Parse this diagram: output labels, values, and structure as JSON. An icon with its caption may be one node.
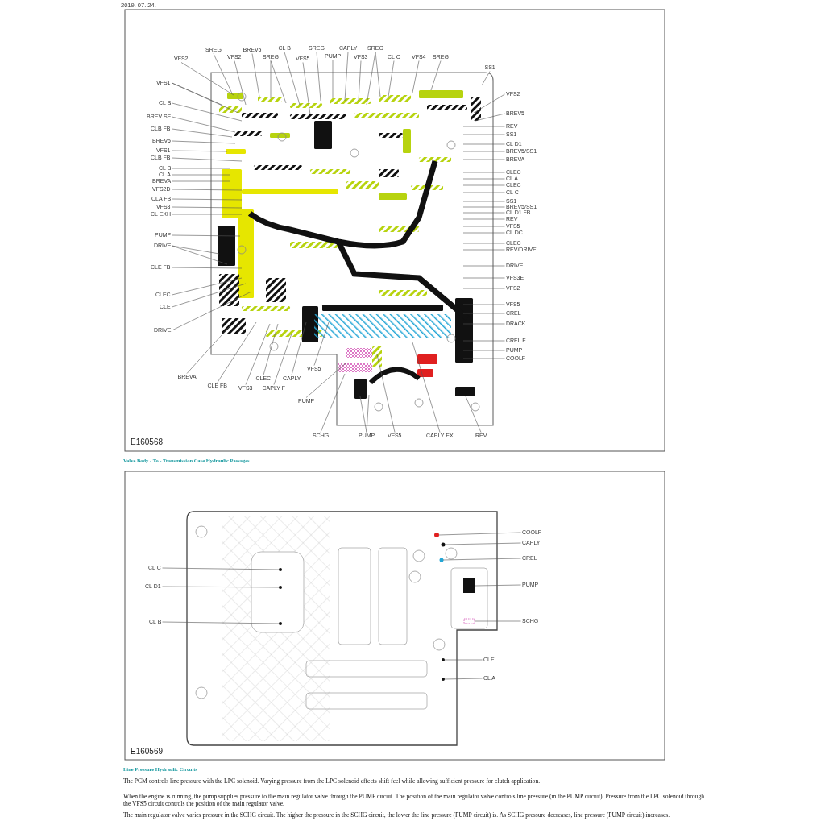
{
  "diagram": {
    "nodes": [
      {
        "text": [
          "VFS2"
        ]
      },
      {
        "text": [
          "SREG"
        ]
      },
      {
        "text": [
          "VFS2"
        ]
      },
      {
        "text": [
          "BREV5"
        ]
      },
      {
        "text": [
          "SREG"
        ]
      },
      {
        "text": [
          "CL B"
        ]
      },
      {
        "text": [
          "VFS5"
        ]
      },
      {
        "text": [
          "SREG"
        ]
      },
      {
        "text": [
          "PUMP"
        ]
      },
      {
        "text": [
          "CAPLY"
        ]
      },
      {
        "text": [
          "VFS3"
        ]
      },
      {
        "text": [
          "SREG"
        ]
      },
      {
        "text": [
          "CL C"
        ]
      },
      {
        "text": [
          "VFS4"
        ]
      },
      {
        "text": [
          "SREG"
        ]
      },
      {
        "text": [
          "SS1"
        ]
      },
      {
        "text": [
          "VFS1"
        ]
      },
      {
        "text": [
          "CL B"
        ]
      },
      {
        "text": [
          "BREV SF"
        ]
      },
      {
        "text": [
          "CLB FB"
        ]
      },
      {
        "text": [
          "BREV5"
        ]
      },
      {
        "text": [
          "VFS1"
        ]
      },
      {
        "text": [
          "CLB FB"
        ]
      },
      {
        "text": [
          "CL B"
        ]
      },
      {
        "text": [
          "CL A"
        ]
      },
      {
        "text": [
          "BREVA"
        ]
      },
      {
        "text": [
          "VFS2D"
        ]
      },
      {
        "text": [
          "CLA FB"
        ]
      },
      {
        "text": [
          "VFS3"
        ]
      },
      {
        "text": [
          "CL EXH"
        ]
      },
      {
        "text": [
          "PUMP"
        ]
      },
      {
        "text": [
          "DRIVE"
        ]
      },
      {
        "text": [
          "CLE FB"
        ]
      },
      {
        "text": [
          "CLEC"
        ]
      },
      {
        "text": [
          "CLE"
        ]
      },
      {
        "text": [
          "DRIVE"
        ]
      },
      {
        "text": [
          "VFS2"
        ]
      },
      {
        "text": [
          "BREV5"
        ]
      },
      {
        "text": [
          "REV"
        ]
      },
      {
        "text": [
          "SS1"
        ]
      },
      {
        "text": [
          "CL D1"
        ]
      },
      {
        "text": [
          "BREV5/SS1"
        ]
      },
      {
        "text": [
          "BREVA"
        ]
      },
      {
        "text": [
          "CLEC"
        ]
      },
      {
        "text": [
          "CL A"
        ]
      },
      {
        "text": [
          "CLEC"
        ]
      },
      {
        "text": [
          "CL C"
        ]
      },
      {
        "text": [
          "SS1"
        ]
      },
      {
        "text": [
          "BREV5/SS1"
        ]
      },
      {
        "text": [
          "CL D1 FB"
        ]
      },
      {
        "text": [
          "REV"
        ]
      },
      {
        "text": [
          "VFS5"
        ]
      },
      {
        "text": [
          "CL DC"
        ]
      },
      {
        "text": [
          "CLEC"
        ]
      },
      {
        "text": [
          "REV/DRIVE"
        ]
      },
      {
        "text": [
          "DRIVE"
        ]
      },
      {
        "text": [
          "VFS3E"
        ]
      },
      {
        "text": [
          "VFS2"
        ]
      },
      {
        "text": [
          "VFS5"
        ]
      },
      {
        "text": [
          "CREL"
        ]
      },
      {
        "text": [
          "DRACK"
        ]
      },
      {
        "text": [
          "CREL F"
        ]
      },
      {
        "text": [
          "PUMP"
        ]
      },
      {
        "text": [
          "COOLF"
        ]
      },
      {
        "text": [
          "BREVA"
        ]
      },
      {
        "text": [
          "CLE FB"
        ]
      },
      {
        "text": [
          "VFS3"
        ]
      },
      {
        "text": [
          "CLEC"
        ]
      },
      {
        "text": [
          "CAPLY F"
        ]
      },
      {
        "text": [
          "CAPLY"
        ]
      },
      {
        "text": [
          "VFS5"
        ]
      },
      {
        "text": [
          "PUMP"
        ]
      },
      {
        "text": [
          "SCHG"
        ]
      },
      {
        "text": [
          "PUMP"
        ]
      },
      {
        "text": [
          "VFS5"
        ]
      },
      {
        "text": [
          "CAPLY EX"
        ]
      },
      {
        "text": [
          "REV"
        ]
      },
      {
        "text": [
          "CL C"
        ]
      },
      {
        "text": [
          "CL D1"
        ]
      },
      {
        "text": [
          "CL B"
        ]
      },
      {
        "text": [
          "COOLF"
        ]
      },
      {
        "text": [
          "CAPLY"
        ]
      },
      {
        "text": [
          "CREL"
        ]
      },
      {
        "text": [
          "PUMP"
        ]
      },
      {
        "text": [
          "SCHG"
        ]
      },
      {
        "text": [
          "CLE"
        ]
      },
      {
        "text": [
          "CL A"
        ]
      }
    ],
    "edges": [
      {
        "from": 0,
        "to": null,
        "arrow": "none"
      },
      {
        "from": 1,
        "to": null,
        "arrow": "none"
      },
      {
        "from": 2,
        "to": null,
        "arrow": "none"
      },
      {
        "from": 3,
        "to": null,
        "arrow": "none"
      },
      {
        "from": 4,
        "to": null,
        "arrow": "none"
      },
      {
        "from": 4,
        "to": null,
        "arrow": "none"
      },
      {
        "from": 5,
        "to": null,
        "arrow": "none"
      },
      {
        "from": 6,
        "to": null,
        "arrow": "none"
      },
      {
        "from": 7,
        "to": null,
        "arrow": "none"
      },
      {
        "from": 8,
        "to": null,
        "arrow": "none"
      },
      {
        "from": 9,
        "to": null,
        "arrow": "none"
      },
      {
        "from": 10,
        "to": null,
        "arrow": "none"
      },
      {
        "from": 11,
        "to": null,
        "arrow": "none"
      },
      {
        "from": 11,
        "to": null,
        "arrow": "none"
      },
      {
        "from": 12,
        "to": null,
        "arrow": "none"
      },
      {
        "from": 13,
        "to": null,
        "arrow": "none"
      },
      {
        "from": 14,
        "to": null,
        "arrow": "none"
      },
      {
        "from": 15,
        "to": null,
        "arrow": "none"
      },
      {
        "from": 16,
        "to": null,
        "arrow": "none"
      },
      {
        "from": 16,
        "to": null,
        "arrow": "none"
      },
      {
        "from": 17,
        "to": null,
        "arrow": "none"
      },
      {
        "from": 18,
        "to": null,
        "arrow": "none"
      },
      {
        "from": 19,
        "to": null,
        "arrow": "none"
      },
      {
        "from": 20,
        "to": null,
        "arrow": "none"
      },
      {
        "from": 21,
        "to": null,
        "arrow": "none"
      },
      {
        "from": 22,
        "to": null,
        "arrow": "none"
      },
      {
        "from": 23,
        "to": null,
        "arrow": "none"
      },
      {
        "from": 24,
        "to": null,
        "arrow": "none"
      },
      {
        "from": 25,
        "to": null,
        "arrow": "none"
      },
      {
        "from": 26,
        "to": null,
        "arrow": "none"
      },
      {
        "from": 27,
        "to": null,
        "arrow": "none"
      },
      {
        "from": 28,
        "to": null,
        "arrow": "none"
      },
      {
        "from": 29,
        "to": null,
        "arrow": "none"
      },
      {
        "from": 30,
        "to": null,
        "arrow": "none"
      },
      {
        "from": 31,
        "to": null,
        "arrow": "none"
      },
      {
        "from": 31,
        "to": null,
        "arrow": "none"
      },
      {
        "from": 32,
        "to": null,
        "arrow": "none"
      },
      {
        "from": 33,
        "to": null,
        "arrow": "none"
      },
      {
        "from": 34,
        "to": null,
        "arrow": "none"
      },
      {
        "from": 35,
        "to": null,
        "arrow": "none"
      },
      {
        "from": 36,
        "to": null,
        "arrow": "none"
      },
      {
        "from": 37,
        "to": null,
        "arrow": "none"
      },
      {
        "from": 38,
        "to": null,
        "arrow": "none"
      },
      {
        "from": 39,
        "to": null,
        "arrow": "none"
      },
      {
        "from": 40,
        "to": null,
        "arrow": "none"
      },
      {
        "from": 41,
        "to": null,
        "arrow": "none"
      },
      {
        "from": 42,
        "to": null,
        "arrow": "none"
      },
      {
        "from": 43,
        "to": null,
        "arrow": "none"
      },
      {
        "from": 44,
        "to": null,
        "arrow": "none"
      },
      {
        "from": 45,
        "to": null,
        "arrow": "none"
      },
      {
        "from": 46,
        "to": null,
        "arrow": "none"
      },
      {
        "from": 47,
        "to": null,
        "arrow": "none"
      },
      {
        "from": 48,
        "to": null,
        "arrow": "none"
      },
      {
        "from": 49,
        "to": null,
        "arrow": "none"
      },
      {
        "from": 50,
        "to": null,
        "arrow": "none"
      },
      {
        "from": 51,
        "to": null,
        "arrow": "none"
      },
      {
        "from": 52,
        "to": null,
        "arrow": "none"
      },
      {
        "from": 53,
        "to": null,
        "arrow": "none"
      },
      {
        "from": 54,
        "to": null,
        "arrow": "none"
      },
      {
        "from": 55,
        "to": null,
        "arrow": "none"
      },
      {
        "from": 56,
        "to": null,
        "arrow": "none"
      },
      {
        "from": 57,
        "to": null,
        "arrow": "none"
      },
      {
        "from": 58,
        "to": null,
        "arrow": "none"
      },
      {
        "from": 59,
        "to": null,
        "arrow": "none"
      },
      {
        "from": 60,
        "to": null,
        "arrow": "none"
      },
      {
        "from": 61,
        "to": null,
        "arrow": "none"
      },
      {
        "from": 62,
        "to": null,
        "arrow": "none"
      },
      {
        "from": 63,
        "to": null,
        "arrow": "none"
      },
      {
        "from": 64,
        "to": null,
        "arrow": "none"
      },
      {
        "from": 65,
        "to": null,
        "arrow": "none"
      },
      {
        "from": 66,
        "to": null,
        "arrow": "none"
      },
      {
        "from": 67,
        "to": null,
        "arrow": "none"
      },
      {
        "from": 68,
        "to": null,
        "arrow": "none"
      },
      {
        "from": 69,
        "to": null,
        "arrow": "none"
      },
      {
        "from": 70,
        "to": null,
        "arrow": "none"
      },
      {
        "from": 71,
        "to": null,
        "arrow": "none"
      },
      {
        "from": 72,
        "to": null,
        "arrow": "none"
      },
      {
        "from": 73,
        "to": null,
        "arrow": "none"
      },
      {
        "from": 73,
        "to": null,
        "arrow": "none"
      },
      {
        "from": 74,
        "to": null,
        "arrow": "none"
      },
      {
        "from": 75,
        "to": null,
        "arrow": "none"
      },
      {
        "from": 76,
        "to": null,
        "arrow": "none"
      },
      {
        "from": 77,
        "to": null,
        "arrow": "none"
      },
      {
        "from": 78,
        "to": null,
        "arrow": "none"
      },
      {
        "from": 79,
        "to": null,
        "arrow": "none"
      },
      {
        "from": 80,
        "to": null,
        "arrow": "none"
      },
      {
        "from": 81,
        "to": null,
        "arrow": "none"
      },
      {
        "from": 82,
        "to": null,
        "arrow": "none"
      },
      {
        "from": 83,
        "to": null,
        "arrow": "none"
      },
      {
        "from": 84,
        "to": null,
        "arrow": "none"
      },
      {
        "from": 85,
        "to": null,
        "arrow": "none"
      },
      {
        "from": 86,
        "to": null,
        "arrow": "none"
      }
    ],
    "labels": [
      "2019. 07. 24.",
      "E160568",
      "Valve Body - To - Transmission Case Hydraulic Passages",
      "E160569",
      "Line Pressure Hydraulic Circuits",
      "The PCM controls line pressure with the LPC solenoid. Varying pressure from the LPC solenoid effects shift feel while allowing sufficient pressure for clutch application.",
      "When the engine is running, the pump supplies pressure to the main regulator valve through the PUMP circuit. The position of the main regulator valve controls line pressure (in the PUMP circuit). Pressure from the LPC solenoid through the VFS5 circuit controls the position of the main regulator valve.",
      "The main regulator valve varies pressure in the SCHG circuit. The higher the pressure in the SCHG circuit, the lower the line pressure (PUMP circuit) is. As SCHG pressure decreases, line pressure (PUMP circuit) increases."
    ]
  }
}
